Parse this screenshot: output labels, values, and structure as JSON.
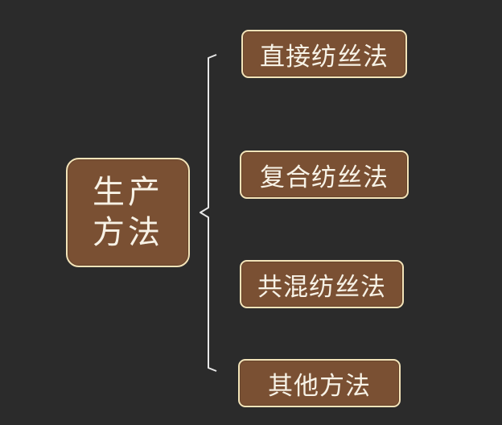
{
  "root": {
    "line1": "生产",
    "line2": "方法"
  },
  "children": [
    {
      "label": "直接纺丝法"
    },
    {
      "label": "复合纺丝法"
    },
    {
      "label": "共混纺丝法"
    },
    {
      "label": "其他方法"
    }
  ],
  "colors": {
    "background": "#2b2b2b",
    "node_fill": "#7a5033",
    "node_border": "#f3e3b8",
    "text": "#f7f2e6",
    "connector": "#e8e8e8"
  }
}
